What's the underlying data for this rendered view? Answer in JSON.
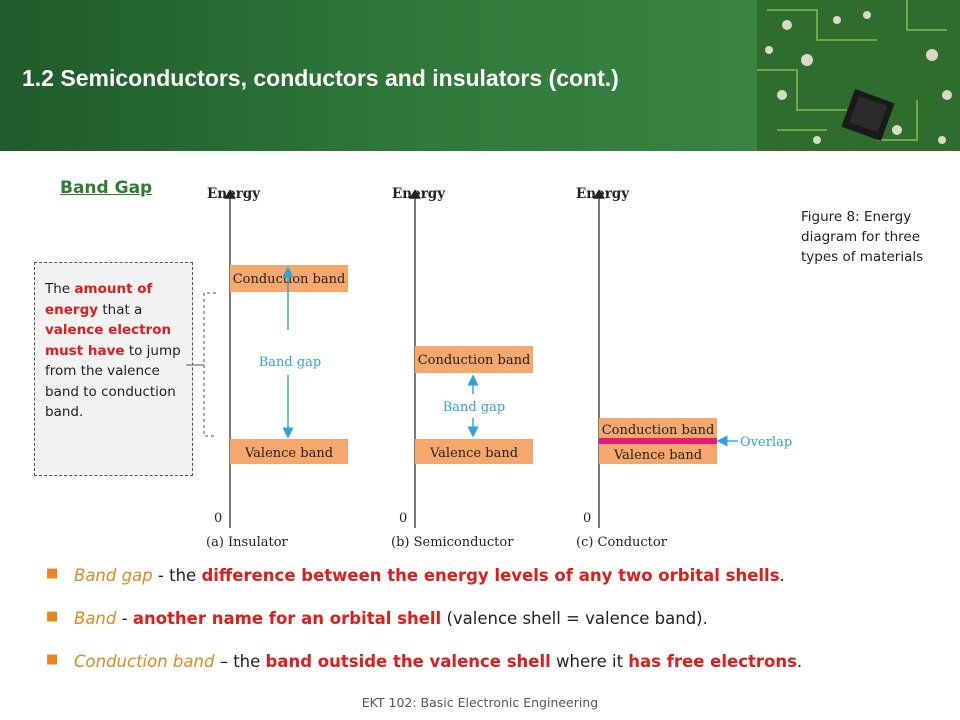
{
  "header": {
    "title": "1.2 Semiconductors, conductors and insulators (cont.)"
  },
  "section": {
    "title": "Band Gap"
  },
  "callout": {
    "prefix": "The ",
    "highlight1": "amount of energy",
    "mid": " that a ",
    "highlight2": "valence electron must have",
    "suffix": " to jump from the valence band to conduction band."
  },
  "figure": {
    "caption": "Figure 8: Energy diagram for three types of materials",
    "energy_label": "Energy",
    "zero_label": "0",
    "conduction_label": "Conduction band",
    "valence_label": "Valence band",
    "band_gap_label": "Band gap",
    "overlap_label": "Overlap",
    "panels": [
      "(a) Insulator",
      "(b) Semiconductor",
      "(c) Conductor"
    ]
  },
  "bullets": [
    {
      "term": "Band gap",
      "sep": " - the ",
      "highlight": "difference between the energy levels of any two orbital shells",
      "rest": "."
    },
    {
      "term": "Band",
      "sep": " - ",
      "highlight": "another name for an orbital shell",
      "rest": " (valence shell = valence band)."
    },
    {
      "term": "Conduction band",
      "sep": " – the ",
      "highlight": "band outside the valence shell",
      "mid": " where it ",
      "highlight2": "has free electrons",
      "rest": "."
    }
  ],
  "footer": {
    "text": "EKT 102: Basic Electronic Engineering"
  },
  "colors": {
    "band_fill": "#f5a76c",
    "arrow": "#2ea3dc",
    "overlap": "#e6197e",
    "green": "#2e7d32",
    "red": "#e31b1b",
    "orange": "#e6871e"
  }
}
